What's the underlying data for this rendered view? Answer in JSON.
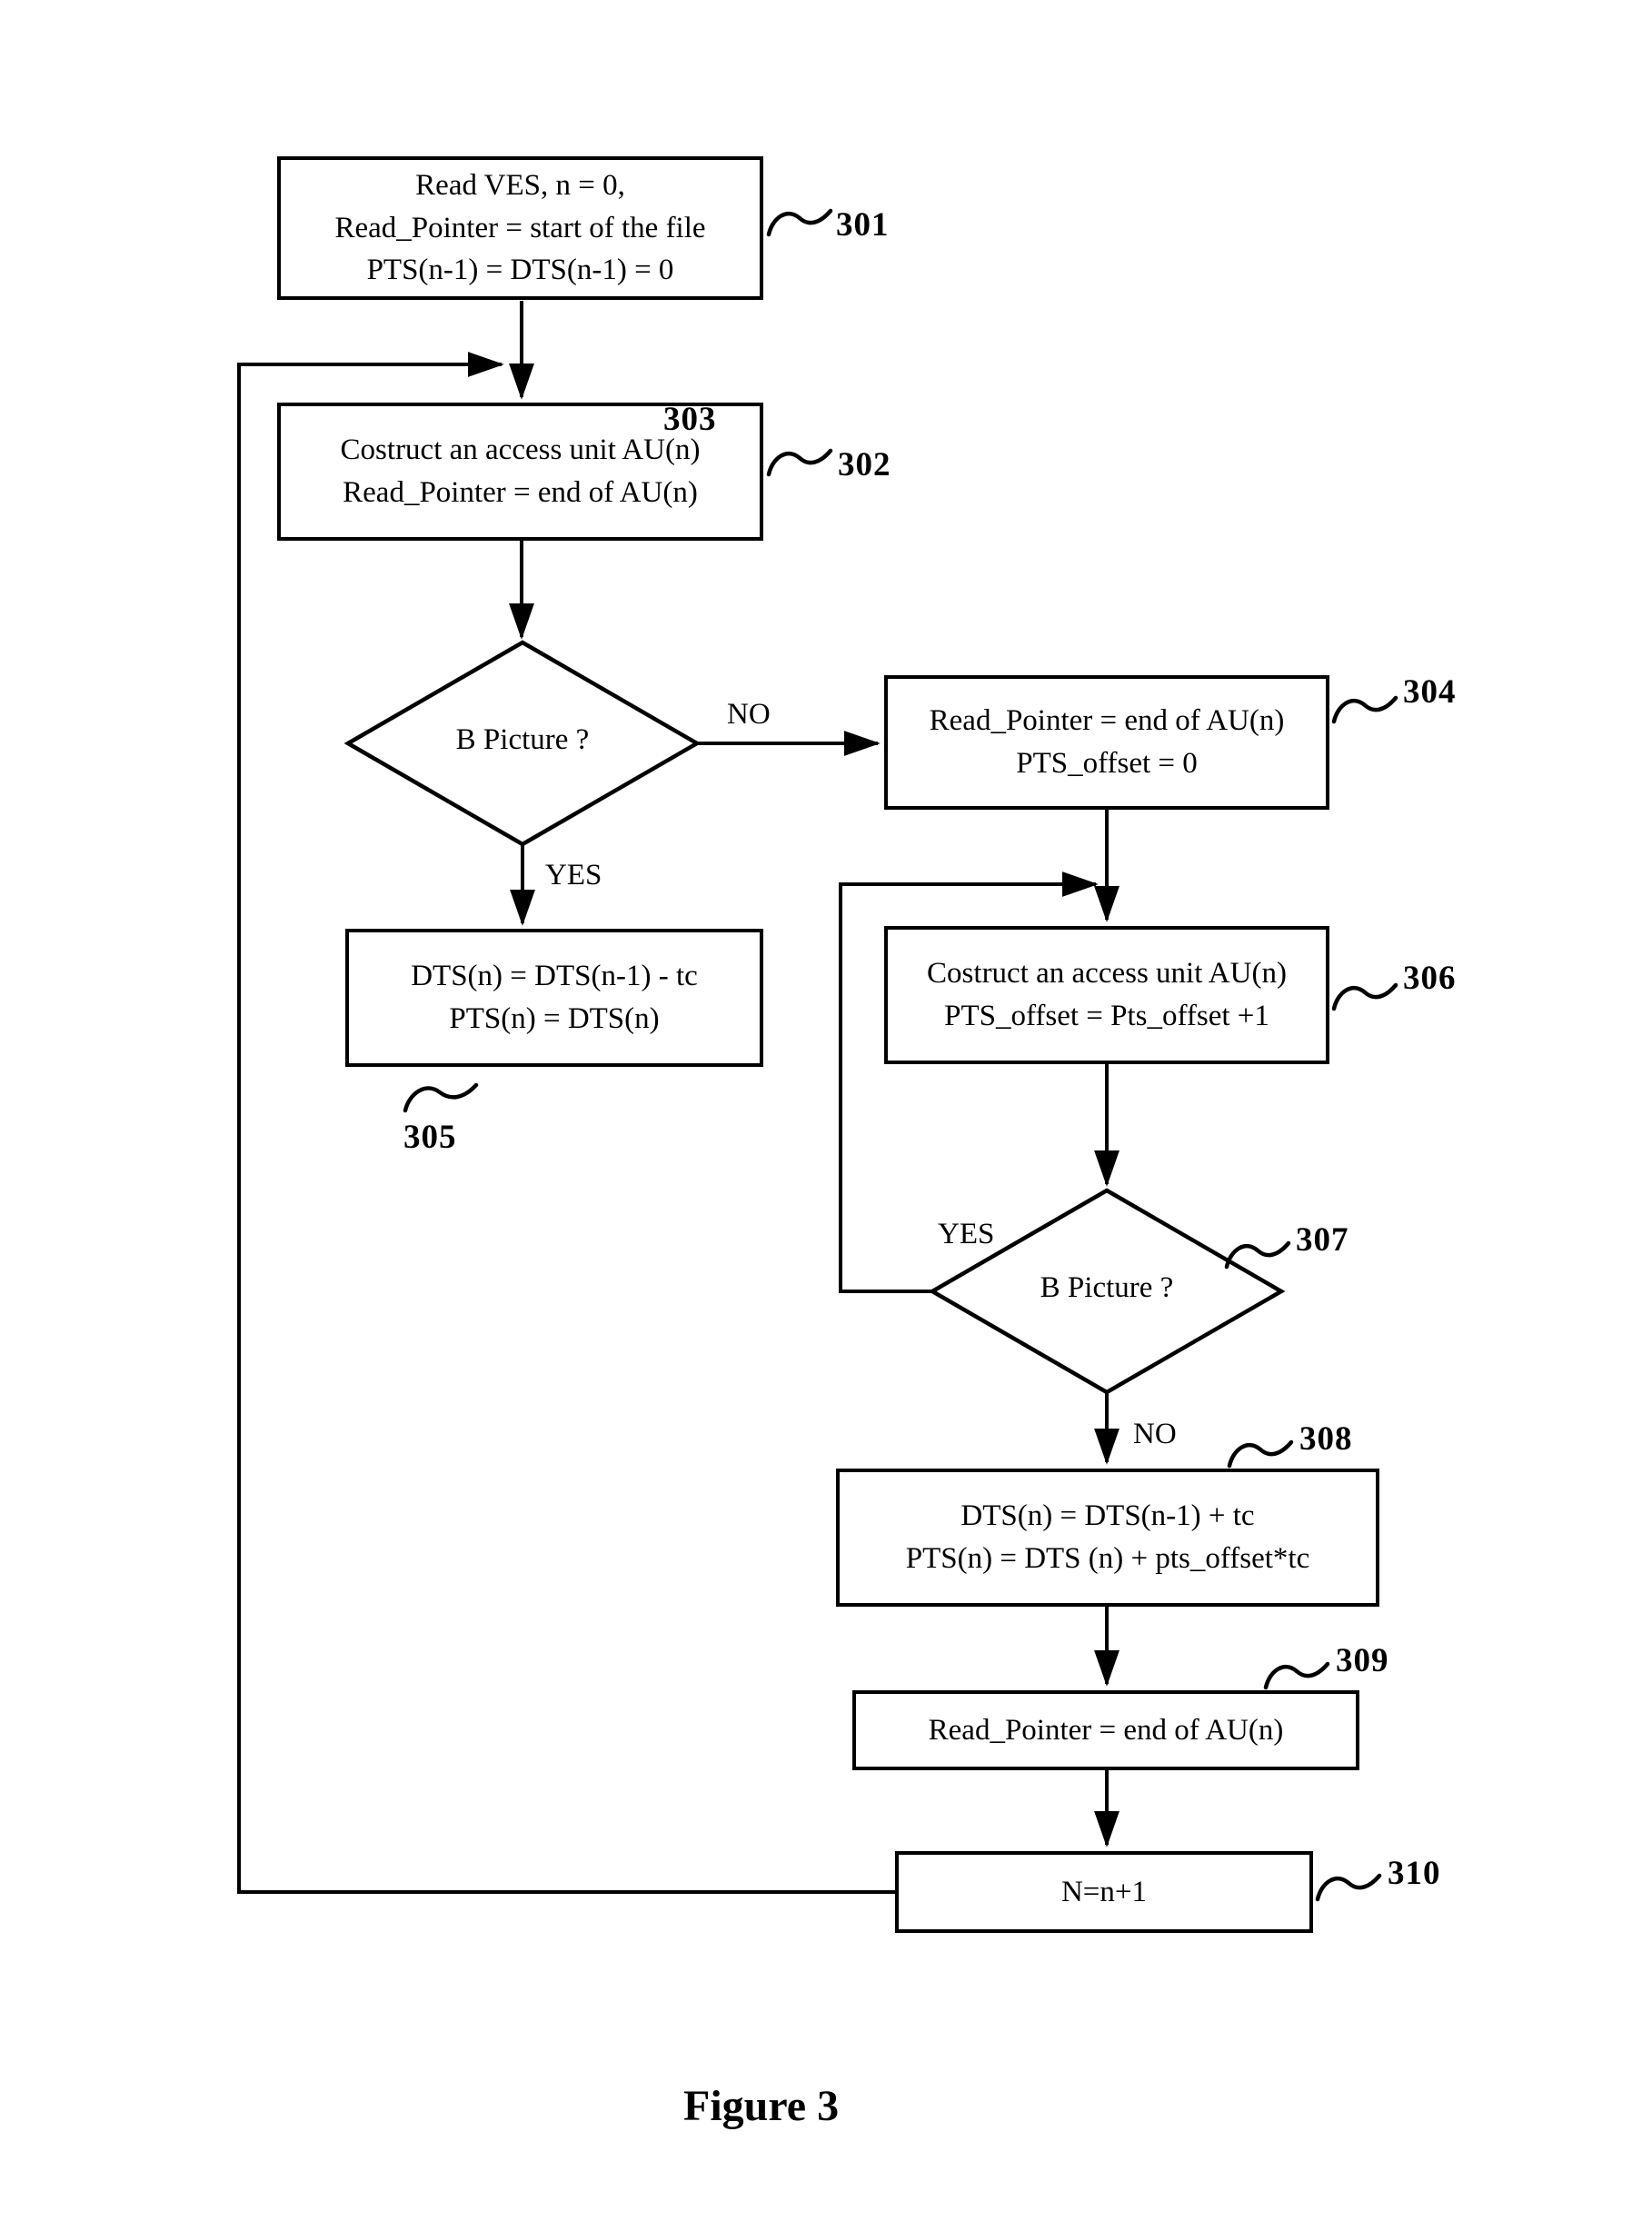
{
  "figure": {
    "caption": "Figure 3"
  },
  "nodes": {
    "n301": {
      "ref": "301",
      "lines": [
        "Read VES, n = 0,",
        "Read_Pointer = start of the file",
        "PTS(n-1) = DTS(n-1) = 0"
      ]
    },
    "n302": {
      "ref": "302",
      "lines": [
        "Costruct an access unit AU(n)",
        "Read_Pointer = end of AU(n)"
      ]
    },
    "n303": {
      "ref": "303",
      "label": "B Picture ?",
      "yes": "YES",
      "no": "NO"
    },
    "n304": {
      "ref": "304",
      "lines": [
        "Read_Pointer = end of AU(n)",
        "PTS_offset = 0"
      ]
    },
    "n305": {
      "ref": "305",
      "lines": [
        "DTS(n) = DTS(n-1) - tc",
        "PTS(n) = DTS(n)"
      ]
    },
    "n306": {
      "ref": "306",
      "lines": [
        "Costruct an access unit AU(n)",
        "PTS_offset = Pts_offset +1"
      ]
    },
    "n307": {
      "ref": "307",
      "label": "B Picture ?",
      "yes": "YES",
      "no": "NO"
    },
    "n308": {
      "ref": "308",
      "lines": [
        "DTS(n) = DTS(n-1) + tc",
        "PTS(n) = DTS (n) + pts_offset*tc"
      ]
    },
    "n309": {
      "ref": "309",
      "lines": [
        "Read_Pointer = end of AU(n)"
      ]
    },
    "n310": {
      "ref": "310",
      "lines": [
        "N=n+1"
      ]
    }
  },
  "colors": {
    "line": "#000000",
    "background": "#ffffff"
  }
}
